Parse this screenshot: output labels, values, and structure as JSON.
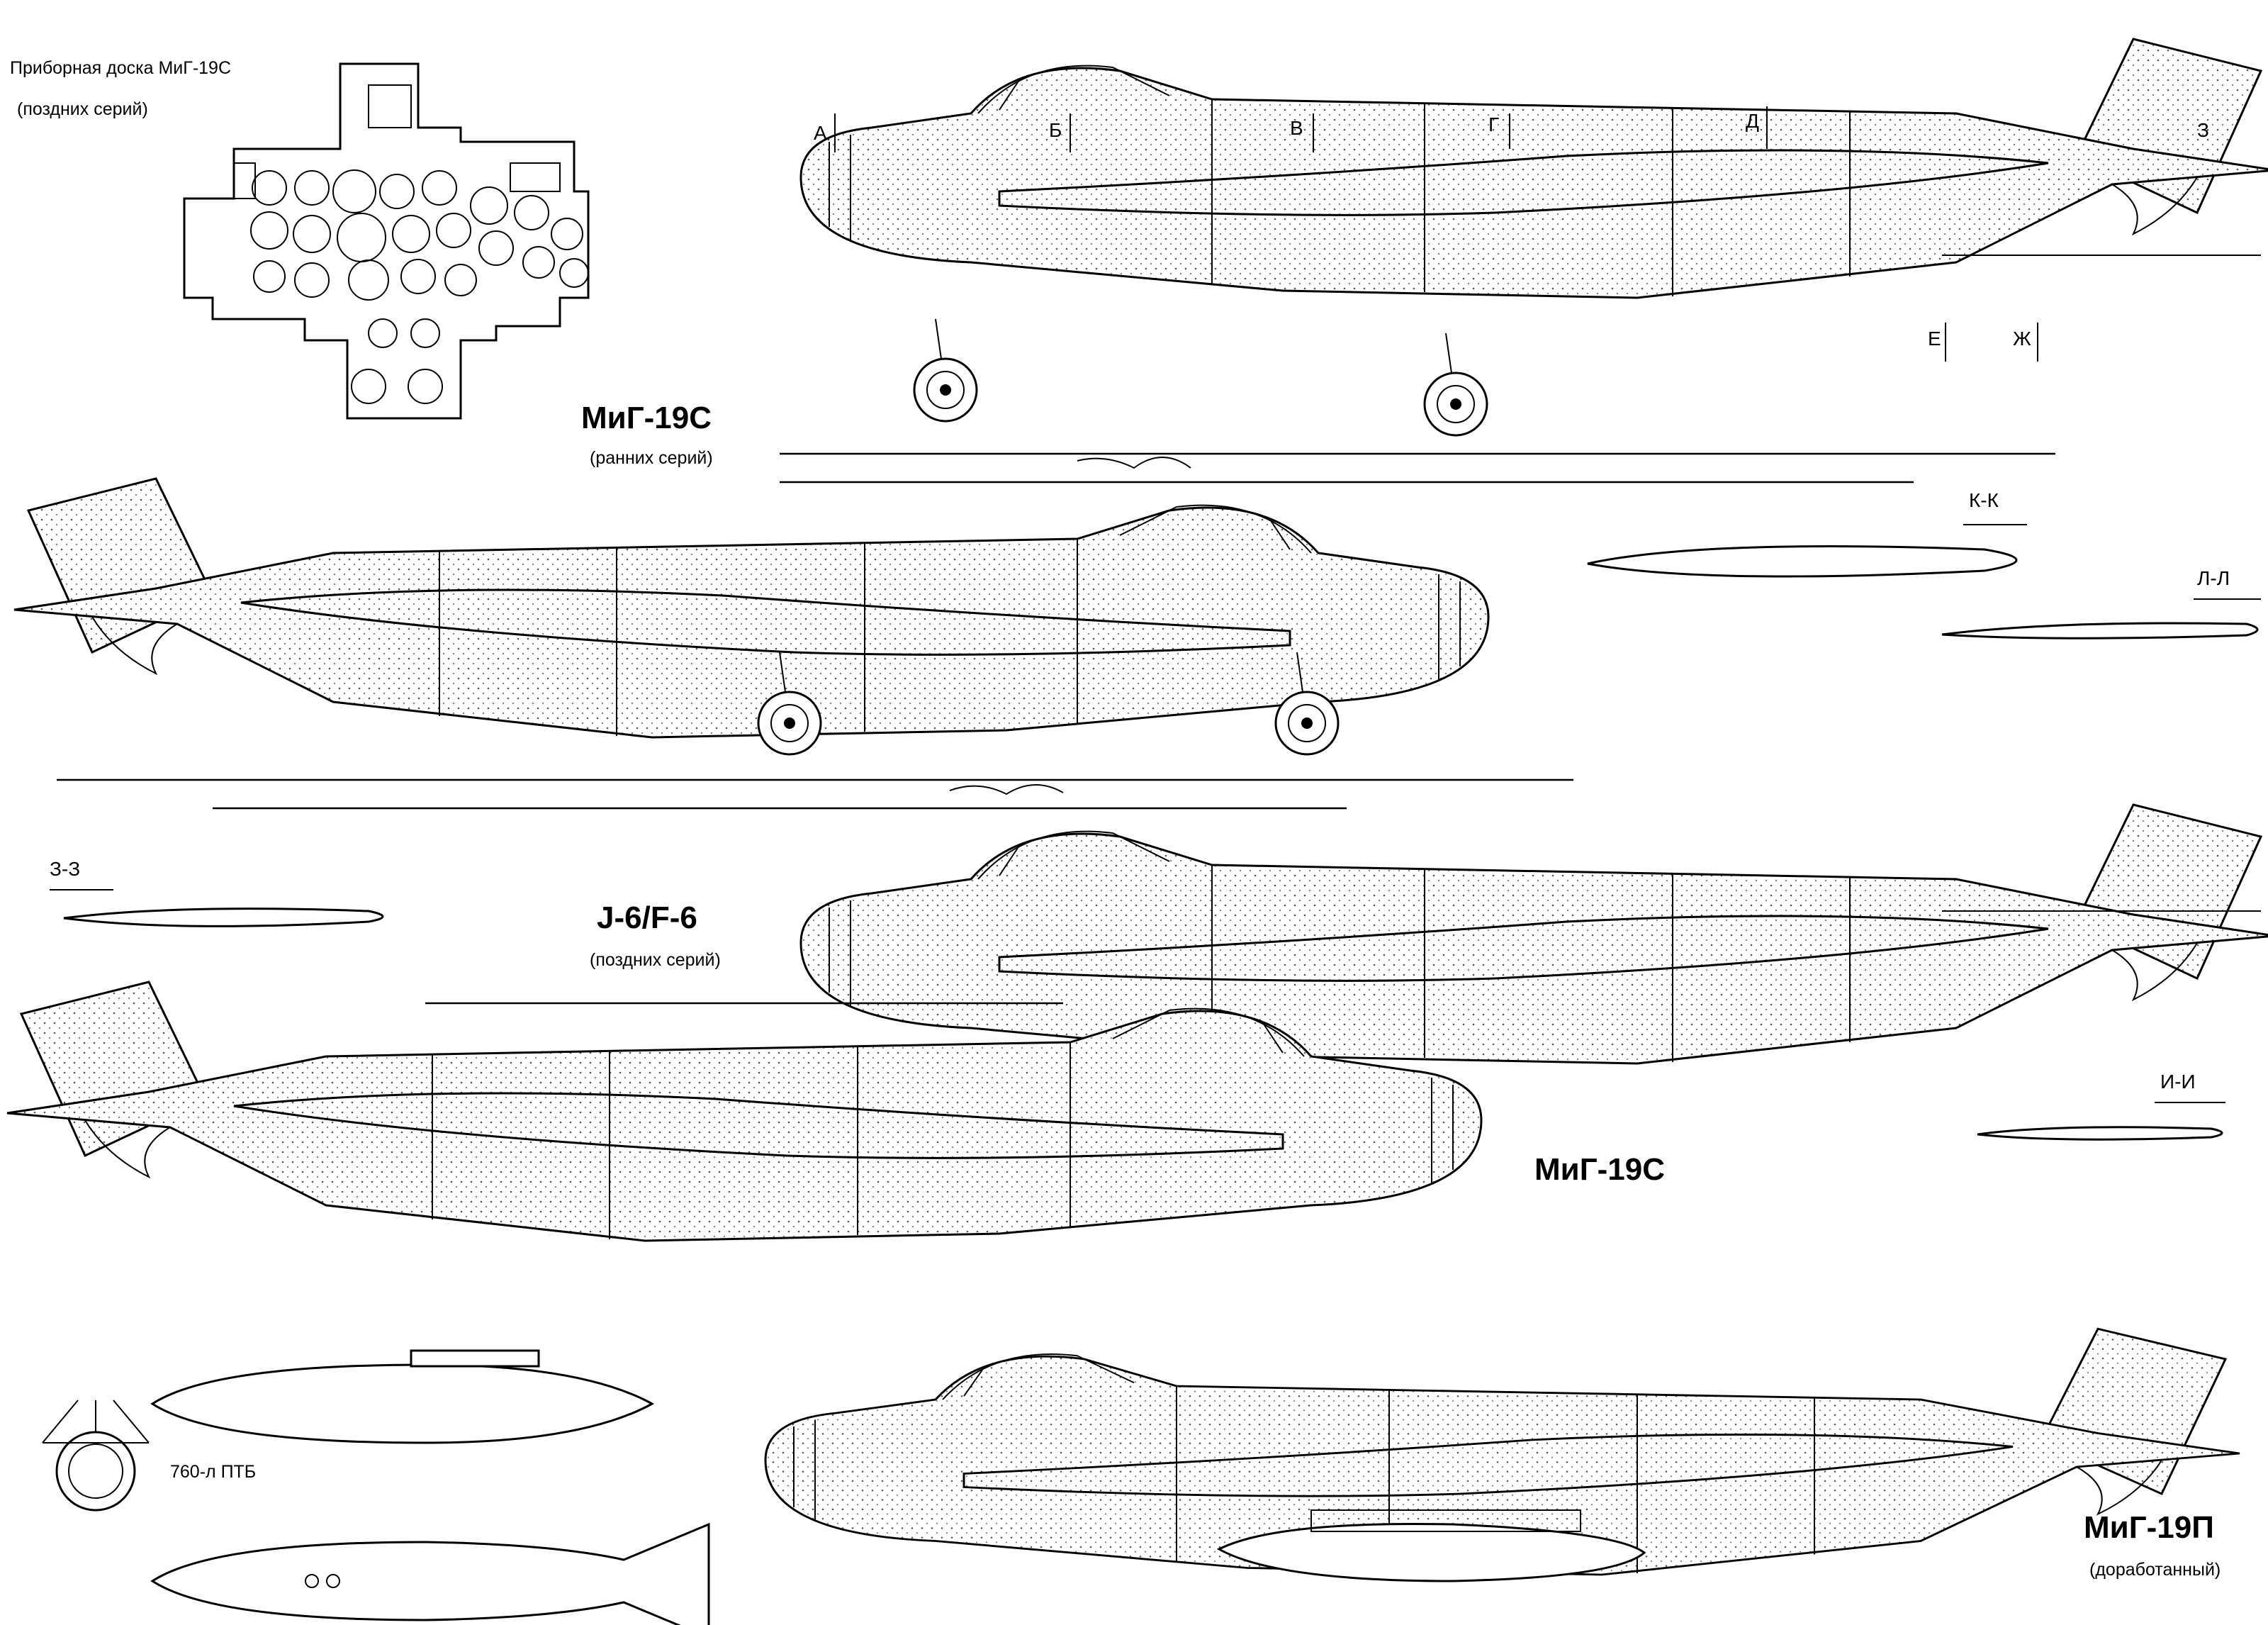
{
  "panel": {
    "title": "Приборная доска МиГ-19С",
    "subtitle": "(поздних серий)"
  },
  "section_markers": [
    "А",
    "Б",
    "В",
    "Г",
    "Д",
    "З",
    "Е",
    "Ж"
  ],
  "airfoils": {
    "kk": "К-К",
    "ll": "Л-Л",
    "zz": "З-З",
    "ii": "И-И"
  },
  "views": [
    {
      "name": "МиГ-19С",
      "note": "(ранних серий)"
    },
    {
      "name": "J-6/F-6",
      "note": "(поздних серий)"
    },
    {
      "name": "МиГ-19С",
      "note": ""
    },
    {
      "name": "МиГ-19П",
      "note": "(доработанный)"
    }
  ],
  "tank": {
    "label": "760-л ПТБ"
  }
}
